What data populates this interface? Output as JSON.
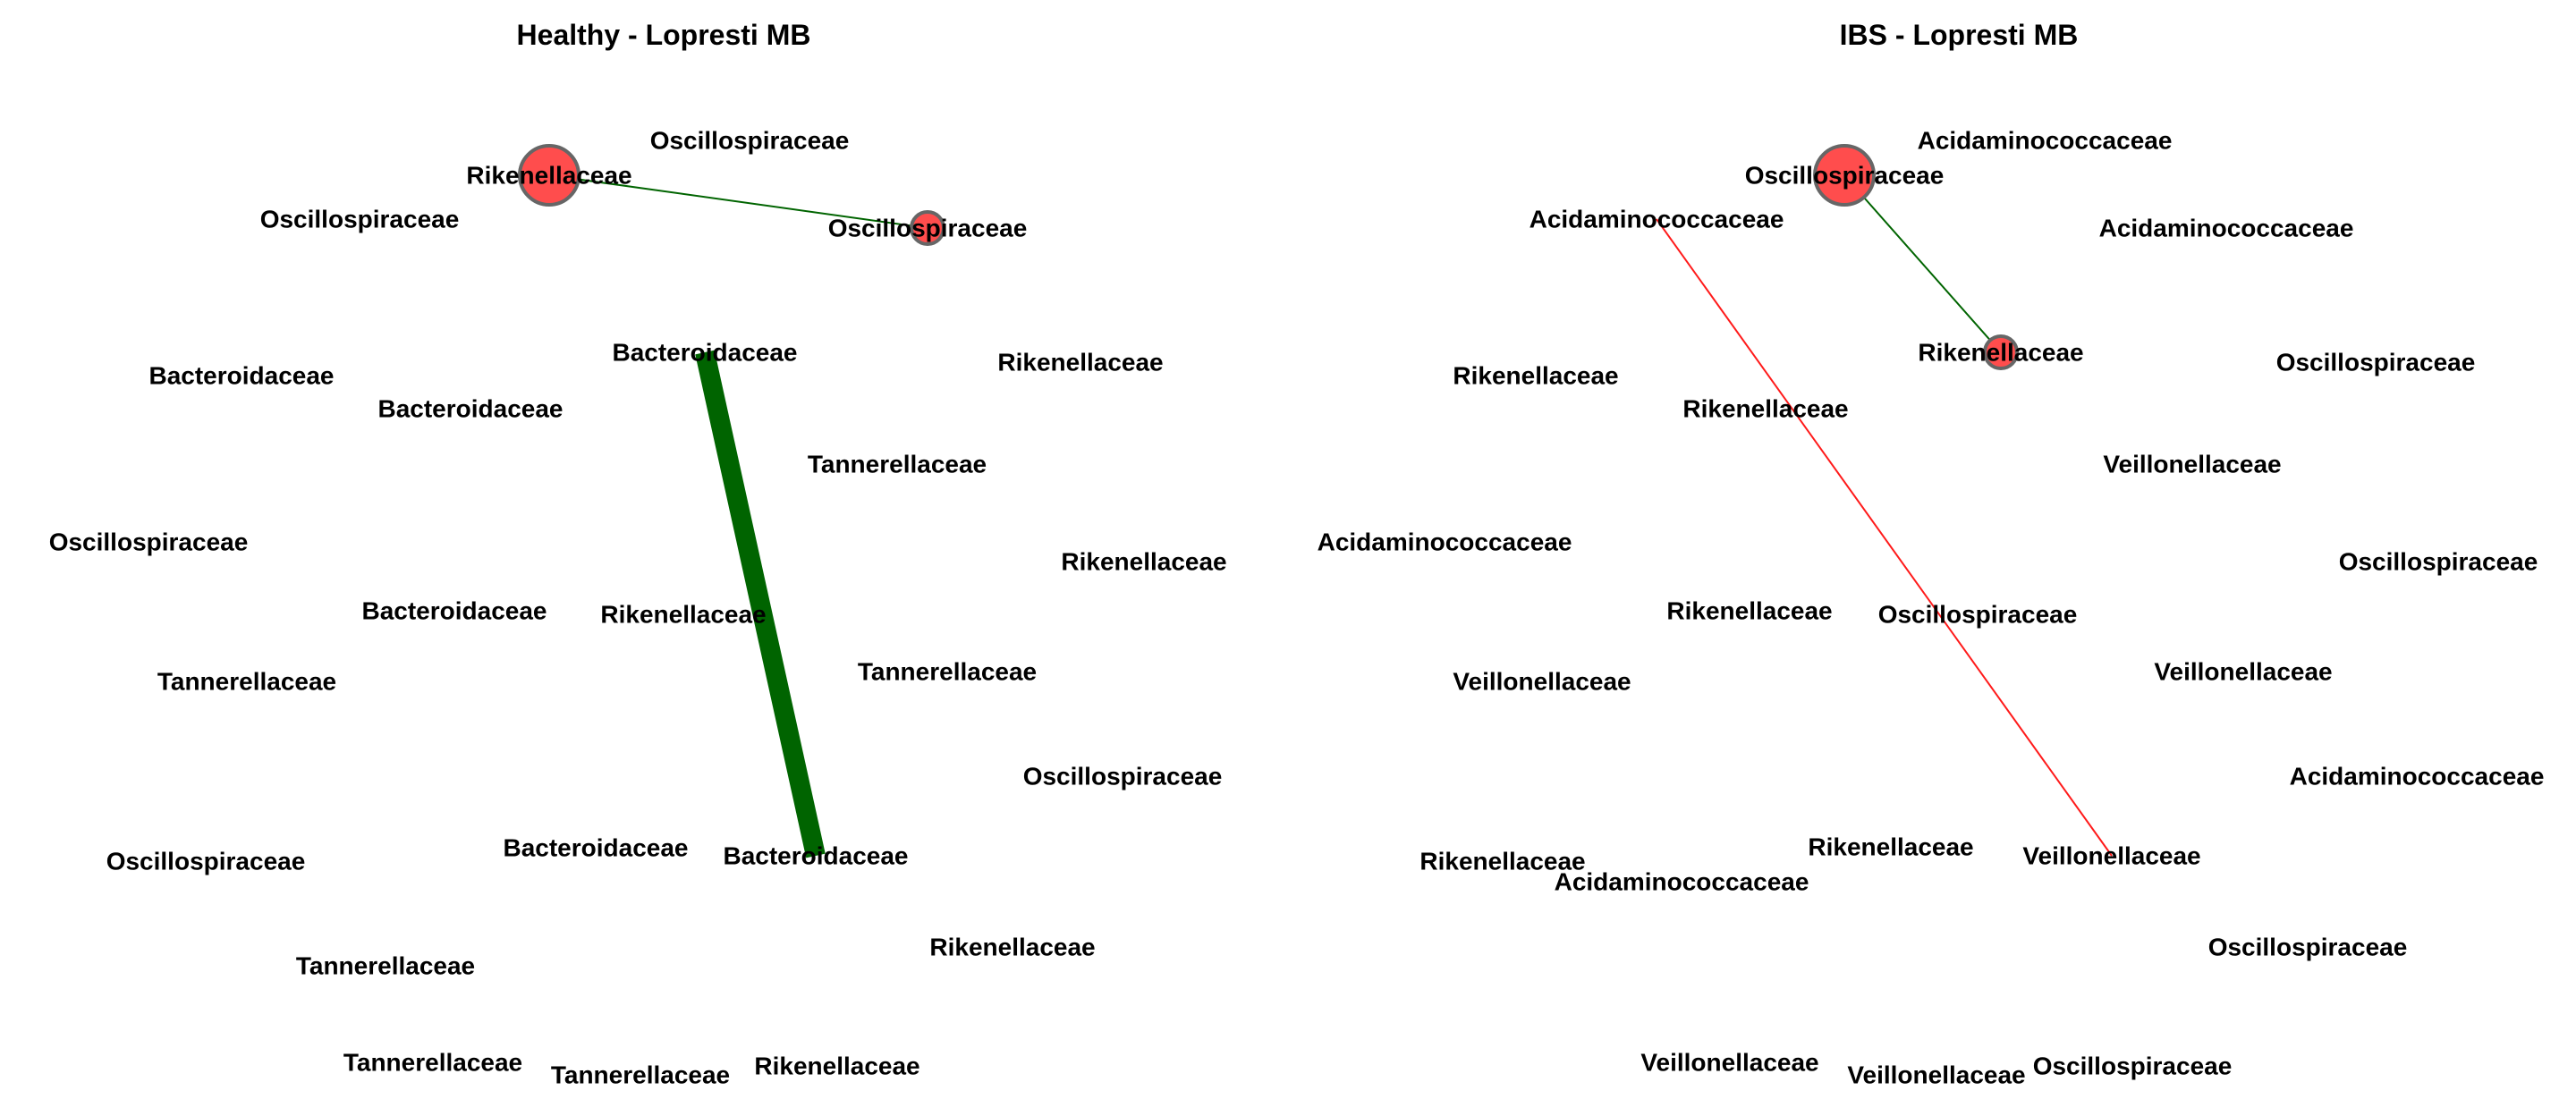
{
  "colors": {
    "node_fill": "#ff4d4d",
    "node_stroke": "#666666",
    "positive_edge": "#006400",
    "negative_edge": "#ff1a1a",
    "label": "#000000"
  },
  "panels": [
    {
      "title": "Healthy - Lopresti MB",
      "nodes": [
        {
          "label": "Rikenellaceae",
          "circle": "large"
        },
        {
          "label": "Oscillospiraceae",
          "circle": "small"
        },
        {
          "label": "Oscillospiraceae"
        },
        {
          "label": "Oscillospiraceae"
        },
        {
          "label": "Bacteroidaceae"
        },
        {
          "label": "Bacteroidaceae"
        },
        {
          "label": "Bacteroidaceae"
        },
        {
          "label": "Rikenellaceae"
        },
        {
          "label": "Tannerellaceae"
        },
        {
          "label": "Oscillospiraceae"
        },
        {
          "label": "Rikenellaceae"
        },
        {
          "label": "Bacteroidaceae"
        },
        {
          "label": "Rikenellaceae"
        },
        {
          "label": "Tannerellaceae"
        },
        {
          "label": "Tannerellaceae"
        },
        {
          "label": "Oscillospiraceae"
        },
        {
          "label": "Bacteroidaceae"
        },
        {
          "label": "Bacteroidaceae"
        },
        {
          "label": "Oscillospiraceae"
        },
        {
          "label": "Tannerellaceae"
        },
        {
          "label": "Rikenellaceae"
        },
        {
          "label": "Tannerellaceae"
        },
        {
          "label": "Tannerellaceae"
        },
        {
          "label": "Rikenellaceae"
        }
      ],
      "edges": [
        {
          "from": 0,
          "to": 1,
          "sign": "positive",
          "weight": "thin"
        },
        {
          "from": 4,
          "to": 16,
          "sign": "positive",
          "weight": "thick"
        }
      ]
    },
    {
      "title": "IBS - Lopresti MB",
      "nodes": [
        {
          "label": "Oscillospiraceae",
          "circle": "large"
        },
        {
          "label": "Rikenellaceae",
          "circle": "small"
        },
        {
          "label": "Acidaminococcaceae"
        },
        {
          "label": "Acidaminococcaceae"
        },
        {
          "label": "Acidaminococcaceae"
        },
        {
          "label": "Rikenellaceae"
        },
        {
          "label": "Oscillospiraceae"
        },
        {
          "label": "Rikenellaceae"
        },
        {
          "label": "Veillonellaceae"
        },
        {
          "label": "Acidaminococcaceae"
        },
        {
          "label": "Oscillospiraceae"
        },
        {
          "label": "Rikenellaceae"
        },
        {
          "label": "Oscillospiraceae"
        },
        {
          "label": "Veillonellaceae"
        },
        {
          "label": "Veillonellaceae"
        },
        {
          "label": "Acidaminococcaceae"
        },
        {
          "label": "Rikenellaceae"
        },
        {
          "label": "Veillonellaceae"
        },
        {
          "label": "Rikenellaceae"
        },
        {
          "label": "Acidaminococcaceae"
        },
        {
          "label": "Oscillospiraceae"
        },
        {
          "label": "Veillonellaceae"
        },
        {
          "label": "Veillonellaceae"
        },
        {
          "label": "Oscillospiraceae"
        }
      ],
      "edges": [
        {
          "from": 0,
          "to": 1,
          "sign": "positive",
          "weight": "thin"
        },
        {
          "from": 3,
          "to": 17,
          "sign": "negative",
          "weight": "thin"
        }
      ]
    }
  ]
}
